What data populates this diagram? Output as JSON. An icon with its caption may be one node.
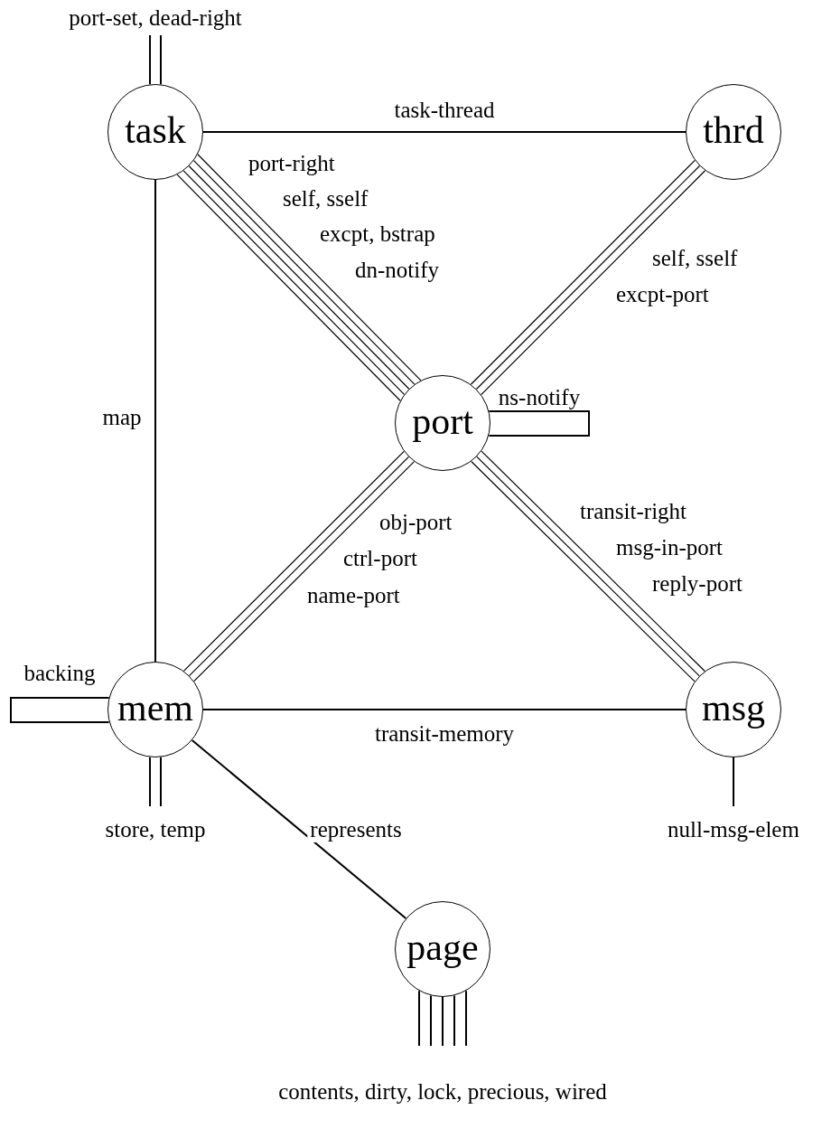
{
  "diagram": {
    "nodes": [
      {
        "text": [
          "task"
        ]
      },
      {
        "text": [
          "thrd"
        ]
      },
      {
        "text": [
          "port"
        ]
      },
      {
        "text": [
          "mem"
        ]
      },
      {
        "text": [
          "msg"
        ]
      },
      {
        "text": [
          "page"
        ]
      },
      {
        "text": [
          "port-set, dead-right"
        ]
      },
      {
        "text": [
          "store, temp"
        ]
      },
      {
        "text": [
          "null-msg-elem"
        ]
      },
      {
        "text": [
          "contents, dirty, lock, precious, wired"
        ]
      }
    ],
    "edges": [
      {
        "from": 0,
        "to": 1,
        "arrow": "none",
        "label": "task-thread"
      },
      {
        "from": 0,
        "to": 3,
        "arrow": "none",
        "label": "map"
      },
      {
        "from": 3,
        "to": 4,
        "arrow": "none",
        "label": "transit-memory"
      },
      {
        "from": 3,
        "to": 5,
        "arrow": "none",
        "label": "represents"
      },
      {
        "from": 0,
        "to": 2,
        "arrow": "none"
      },
      {
        "from": 0,
        "to": 2,
        "arrow": "none"
      },
      {
        "from": 0,
        "to": 2,
        "arrow": "none"
      },
      {
        "from": 0,
        "to": 2,
        "arrow": "none"
      },
      {
        "from": 0,
        "to": 2,
        "arrow": "none"
      },
      {
        "from": 1,
        "to": 2,
        "arrow": "none"
      },
      {
        "from": 1,
        "to": 2,
        "arrow": "none"
      },
      {
        "from": 1,
        "to": 2,
        "arrow": "none"
      },
      {
        "from": 3,
        "to": 2,
        "arrow": "none"
      },
      {
        "from": 3,
        "to": 2,
        "arrow": "none"
      },
      {
        "from": 3,
        "to": 2,
        "arrow": "none"
      },
      {
        "from": 2,
        "to": 4,
        "arrow": "none"
      },
      {
        "from": 2,
        "to": 4,
        "arrow": "none"
      },
      {
        "from": 2,
        "to": 4,
        "arrow": "none"
      },
      {
        "from": 2,
        "to": 2,
        "arrow": "none",
        "label": "ns-notify"
      },
      {
        "from": 3,
        "to": 3,
        "arrow": "none",
        "label": "backing"
      },
      {
        "from": 0,
        "to": 6,
        "arrow": "none"
      },
      {
        "from": 0,
        "to": 6,
        "arrow": "none"
      },
      {
        "from": 3,
        "to": 7,
        "arrow": "none"
      },
      {
        "from": 3,
        "to": 7,
        "arrow": "none"
      },
      {
        "from": 4,
        "to": 8,
        "arrow": "none"
      },
      {
        "from": 5,
        "to": 9,
        "arrow": "none"
      },
      {
        "from": 5,
        "to": 9,
        "arrow": "none"
      },
      {
        "from": 5,
        "to": 9,
        "arrow": "none"
      },
      {
        "from": 5,
        "to": 9,
        "arrow": "none"
      },
      {
        "from": 5,
        "to": 9,
        "arrow": "none"
      }
    ],
    "labels": [
      "port-right",
      "self, sself",
      "excpt, bstrap",
      "dn-notify",
      "self, sself",
      "excpt-port",
      "obj-port",
      "ctrl-port",
      "name-port",
      "transit-right",
      "msg-in-port",
      "reply-port"
    ]
  }
}
